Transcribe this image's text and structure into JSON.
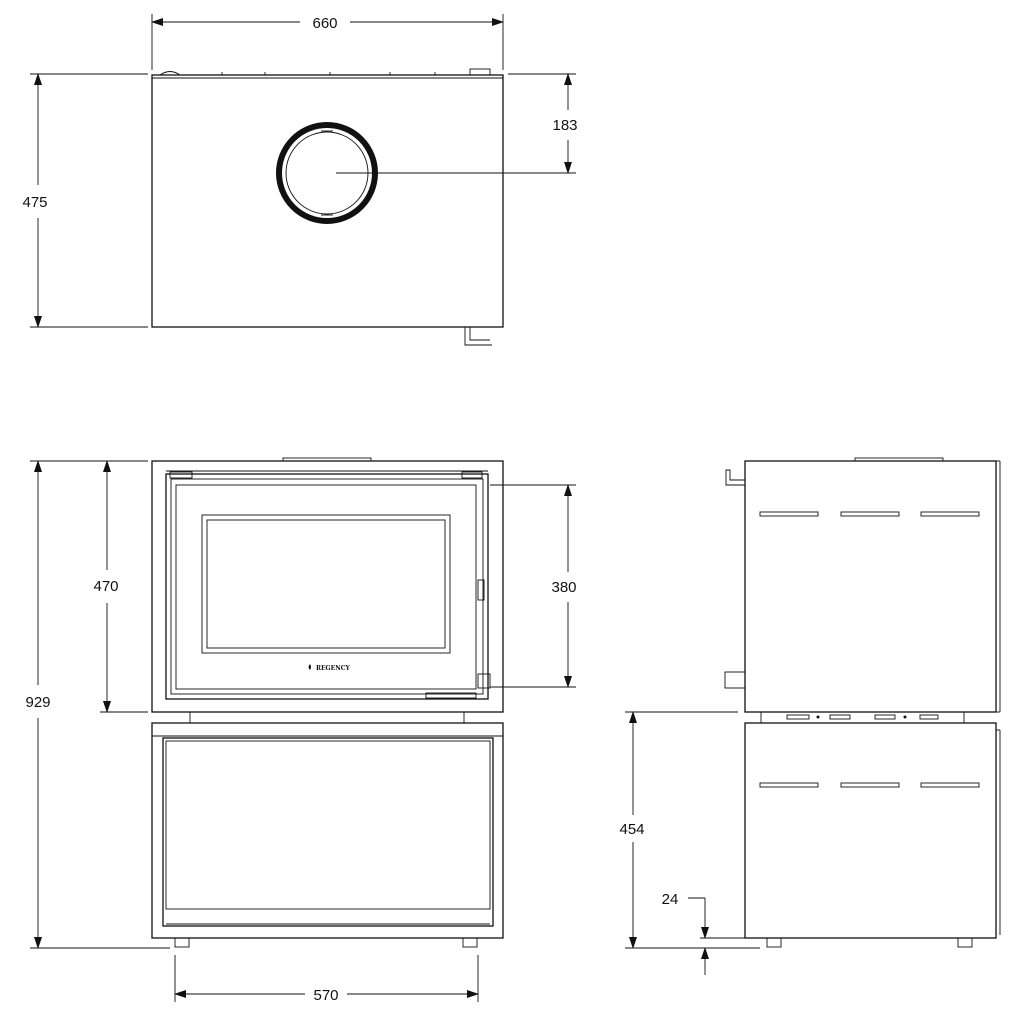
{
  "drawing": {
    "brand": "REGENCY",
    "dimensions": {
      "top_width": "660",
      "top_depth": "475",
      "flue_offset": "183",
      "stove_height": "470",
      "total_height": "929",
      "glass_height": "380",
      "stand_width": "570",
      "stand_height": "454",
      "feet_height": "24"
    }
  },
  "colors": {
    "line": "#111111",
    "background": "#ffffff"
  }
}
